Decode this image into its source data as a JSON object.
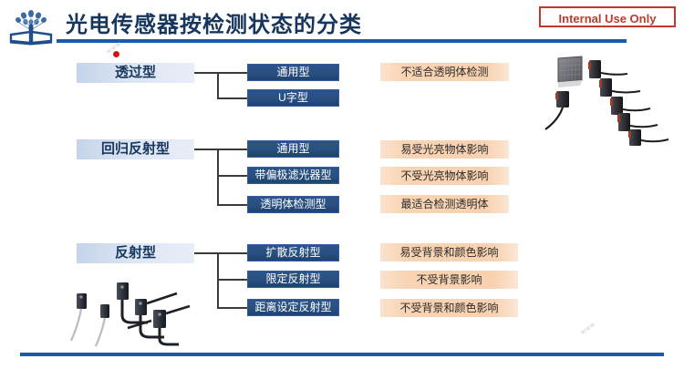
{
  "header": {
    "title": "光电传感器按检测状态的分类",
    "badge": "Internal Use Only",
    "logo_icon": "tree-book-logo-icon"
  },
  "groups": [
    {
      "category": "透过型",
      "types": [
        "通用型",
        "U字型"
      ],
      "descriptions": [
        "不适合透明体检测"
      ]
    },
    {
      "category": "回归反射型",
      "types": [
        "通用型",
        "带偏极滤光器型",
        "透明体检测型"
      ],
      "descriptions": [
        "易受光亮物体影响",
        "不受光亮物体影响",
        "最适合检测透明体"
      ]
    },
    {
      "category": "反射型",
      "types": [
        "扩散反射型",
        "限定反射型",
        "距离设定反射型"
      ],
      "descriptions": [
        "易受背景和颜色影响",
        "不受背景影响",
        "不受背景和颜色影响"
      ]
    }
  ],
  "photos": {
    "top_right": "photoelectric-sensors-with-reflector-photo",
    "bottom_left": "reflective-sensors-array-photo"
  },
  "colors": {
    "title": "#17365d",
    "rule": "#1f5aa6",
    "badge_border": "#c0392b",
    "badge_text": "#c0392b",
    "category_box": "#dbe5f2",
    "type_box": "#28507f",
    "desc_box": "#f8d2b0",
    "connector": "#3a3a3a"
  }
}
